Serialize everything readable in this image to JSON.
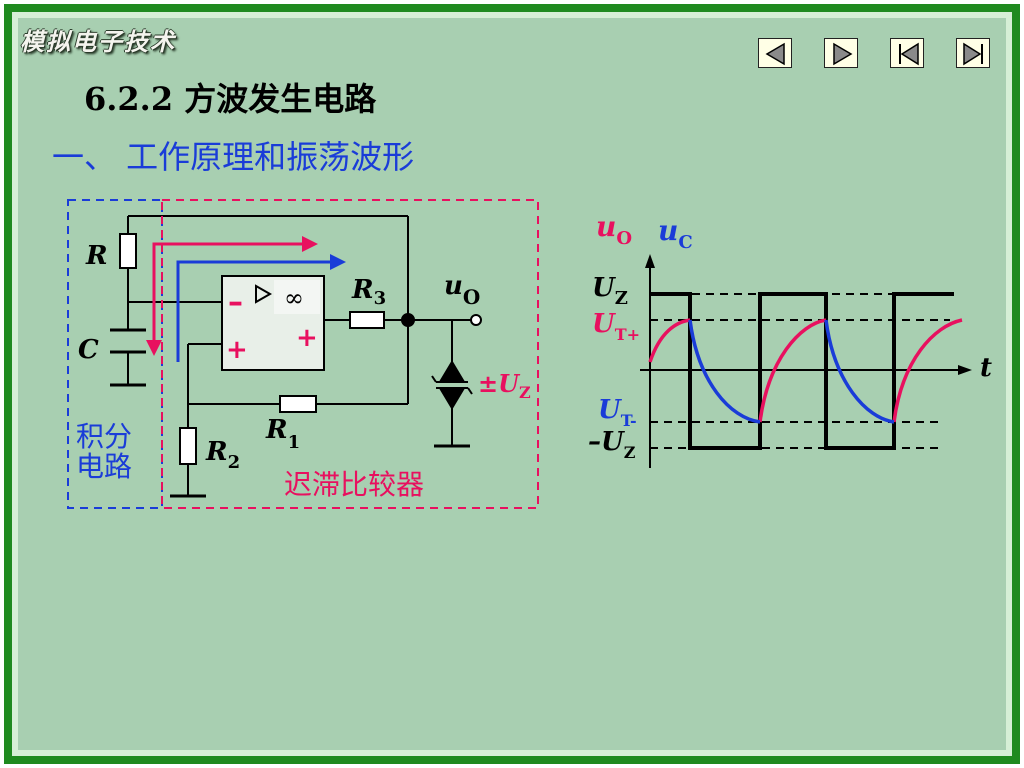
{
  "header": {
    "logo_text": "模拟电子技术",
    "title": "6.2.2  方波发生电路",
    "subtitle": "一、 工作原理和振荡波形"
  },
  "nav": [
    {
      "name": "prev-button",
      "icon": "triangle-left-icon"
    },
    {
      "name": "next-button",
      "icon": "triangle-right-icon"
    },
    {
      "name": "first-button",
      "icon": "skip-first-icon"
    },
    {
      "name": "last-button",
      "icon": "skip-last-icon"
    }
  ],
  "circuit": {
    "r": "R",
    "c": "C",
    "r1": "R",
    "r1_sub": "1",
    "r2": "R",
    "r2_sub": "2",
    "r3": "R",
    "r3_sub": "3",
    "uo": "u",
    "uo_sub": "O",
    "opamp_minus": "–",
    "opamp_plus_left": "+",
    "opamp_plus_right": "+",
    "opamp_inf": "∞",
    "zener_label_pm": "±",
    "zener_label_u": "U",
    "zener_label_sub": "Z",
    "integrator_label_1": "积分",
    "integrator_label_2": "电路",
    "comparator_label": "迟滞比较器"
  },
  "waveform": {
    "uo": "u",
    "uo_sub": "O",
    "uc": "u",
    "uc_sub": "C",
    "uz": "U",
    "uz_sub": "Z",
    "ut_plus": "U",
    "ut_plus_sub": "T+",
    "ut_minus": "U",
    "ut_minus_sub": "T-",
    "neg_uz": "–U",
    "neg_uz_sub": "Z",
    "t": "t"
  },
  "colors": {
    "accent_blue": "#1a3cd8",
    "accent_pink": "#e8105f",
    "frame_green": "#1f8a1f",
    "slide_bg": "#a8cfb1"
  }
}
